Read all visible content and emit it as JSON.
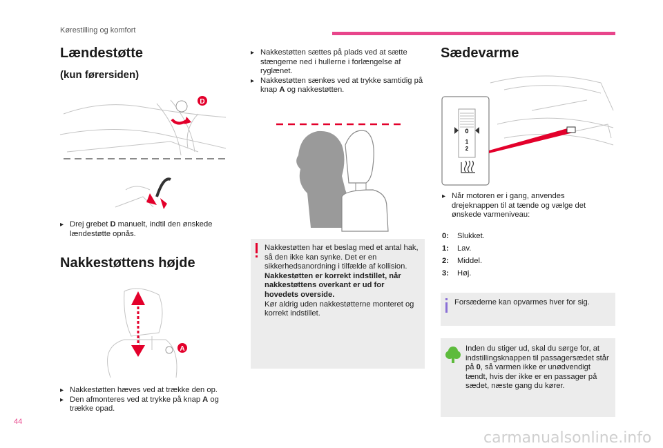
{
  "header": {
    "section": "Kørestilling og komfort",
    "accent_color": "#e8458b"
  },
  "page_number": "44",
  "watermark": "carmanualsonline.info",
  "lumbar": {
    "title": "Lændestøtte",
    "subtitle": "(kun førersiden)",
    "label_d": "D",
    "bullet_pre": "Drej grebet ",
    "bullet_key": "D",
    "bullet_post": " manuelt, indtil den ønskede lændestøtte opnås."
  },
  "headrest_height": {
    "title": "Nakkestøttens højde",
    "label_a": "A",
    "bullet_1": "Nakkestøtten hæves ved at trække den op.",
    "bullet_2_pre": "Den afmonteres ved at trykke på knap ",
    "bullet_2_key": "A",
    "bullet_2_post": " og trække opad."
  },
  "headrest_fit": {
    "bullet_1": "Nakkestøtten sættes på plads ved at sætte stængerne ned i hullerne i forlængelse af ryglænet.",
    "bullet_2_pre": "Nakkestøtten sænkes ved at trykke samtidig på knap ",
    "bullet_2_key": "A",
    "bullet_2_post": " og nakkestøtten.",
    "warning_text_1": "Nakkestøtten har et beslag med et antal hak, så den ikke kan synke. Det er en sikkerhedsanordning i tilfælde af kollision.",
    "warning_bold": "Nakkestøtten er korrekt indstillet, når nakkestøttens overkant er ud for hovedets overside.",
    "warning_text_2": "Kør aldrig uden nakkestøtterne monteret og korrekt indstillet."
  },
  "seat_heating": {
    "title": "Sædevarme",
    "dial_labels": [
      "0",
      "1",
      "2"
    ],
    "bullet": "Når motoren er i gang, anvendes drejeknappen til at tænde og vælge det ønskede varmeniveau:",
    "levels": [
      {
        "key": "0:",
        "label": "Slukket."
      },
      {
        "key": "1:",
        "label": "Lav."
      },
      {
        "key": "2:",
        "label": "Middel."
      },
      {
        "key": "3:",
        "label": "Høj."
      }
    ],
    "info": "Forsæderne kan opvarmes hver for sig.",
    "eco": "Inden du stiger ud, skal du sørge for, at indstillingsknappen til passagersædet står på ",
    "eco_key": "0",
    "eco_post": ", så varmen ikke er unødvendigt tændt, hvis der ikke er en passager på sædet, næste gang du kører."
  },
  "colors": {
    "warning": "#e3002b",
    "info": "#8a6fd6",
    "eco": "#5dbb3c",
    "accent": "#e8458b"
  }
}
